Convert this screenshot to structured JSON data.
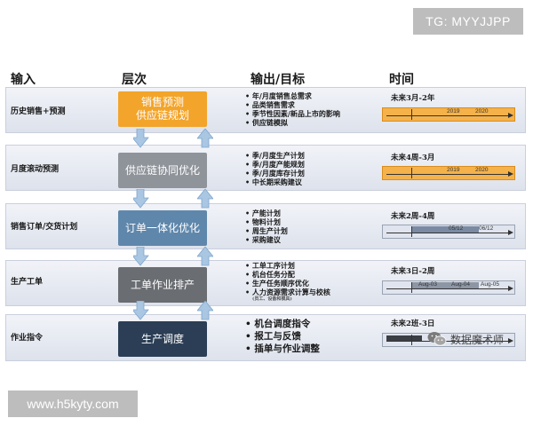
{
  "watermarks": {
    "top": "TG: MYYJJPP",
    "bottom": "www.h5kyty.com"
  },
  "headers": {
    "input": "输入",
    "level": "层次",
    "output": "输出/目标",
    "time": "时间"
  },
  "colors": {
    "level_orange": "#f3a42a",
    "level_grey": "#8f949b",
    "level_blue": "#5f87ab",
    "level_dark_grey": "#6a6d71",
    "level_navy": "#2b3e55",
    "arrow_blue": "#a9c6e2"
  },
  "rows": [
    {
      "input": "历史销售+预测",
      "level_lines": [
        "销售预测",
        "供应链规划"
      ],
      "outputs": [
        "年/月度销售总需求",
        "品类销售需求",
        "季节性因素/新品上市的影响",
        "供应链模拟"
      ],
      "time_label": "未来3月-2年",
      "timeline_labels": [
        "2019",
        "2020"
      ]
    },
    {
      "input": "月度滚动预测",
      "level_lines": [
        "供应链协同优化"
      ],
      "outputs": [
        "季/月度生产计划",
        "季/月度产能规划",
        "季/月度库存计划",
        "中长期采购建议"
      ],
      "time_label": "未来4周-3月",
      "timeline_labels": [
        "2019",
        "2020"
      ]
    },
    {
      "input": "销售订单/交货计划",
      "level_lines": [
        "订单一体化优化"
      ],
      "outputs": [
        "产能计划",
        "物料计划",
        "周生产计划",
        "采购建议"
      ],
      "time_label": "未来2周-4周",
      "timeline_labels": [
        "05/12",
        "06/12"
      ]
    },
    {
      "input": "生产工单",
      "level_lines": [
        "工单作业排产"
      ],
      "outputs": [
        "工单工序计划",
        "机台任务分配",
        "生产任务顺序优化",
        "人力资源需求计算与校核"
      ],
      "output_note": "(员工、设备和模具)",
      "time_label": "未来3日-2周",
      "timeline_labels": [
        "Aug-03",
        "Aug-04",
        "Aug-05"
      ]
    },
    {
      "input": "作业指令",
      "level_lines": [
        "生产调度"
      ],
      "outputs": [
        "机台调度指令",
        "报工与反馈",
        "插单与作业调整"
      ],
      "time_label": "未来2班-3日",
      "timeline_labels": []
    }
  ],
  "brand": {
    "text": "数据魔术师",
    "icon": "wechat-icon"
  },
  "icons": {
    "arrow_down": "arrow-down-icon",
    "arrow_up": "arrow-up-icon"
  }
}
